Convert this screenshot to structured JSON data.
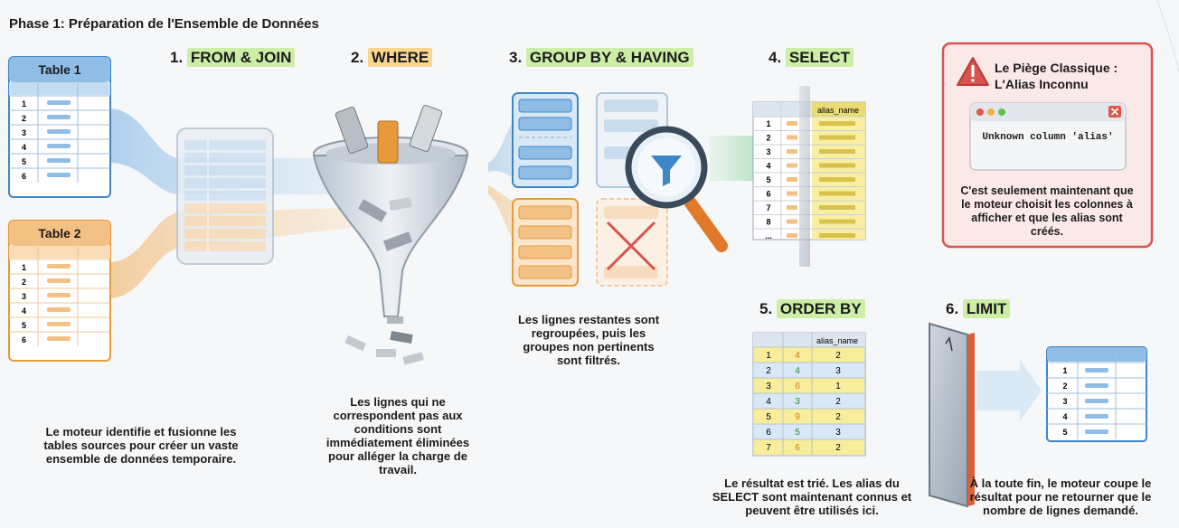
{
  "phase_title": "Phase 1: Préparation de l'Ensemble de Données",
  "steps": {
    "s1": {
      "num": "1.",
      "label": "FROM & JOIN"
    },
    "s2": {
      "num": "2.",
      "label": "WHERE"
    },
    "s3": {
      "num": "3.",
      "label": "GROUP BY & HAVING"
    },
    "s4": {
      "num": "4.",
      "label": "SELECT"
    },
    "s5": {
      "num": "5.",
      "label": "ORDER BY"
    },
    "s6": {
      "num": "6.",
      "label": "LIMIT"
    }
  },
  "tables": {
    "t1": {
      "title": "Table 1",
      "rows": [
        "1",
        "2",
        "3",
        "4",
        "5",
        "6"
      ]
    },
    "t2": {
      "title": "Table 2",
      "rows": [
        "1",
        "2",
        "3",
        "4",
        "5",
        "6"
      ]
    }
  },
  "descriptions": {
    "from_join": "Le moteur identifie et fusionne les tables sources pour créer un vaste ensemble de données temporaire.",
    "where": "Les lignes qui ne correspondent pas aux conditions sont immédiatement éliminées pour alléger la charge de travail.",
    "group_by": "Les lignes restantes sont regroupées, puis les groupes non pertinents sont filtrés.",
    "order_by": "Le résultat est trié. Les alias du SELECT sont maintenant connus et peuvent être utilisés ici.",
    "limit": "À la toute fin, le moteur coupe le résultat pour ne retourner que le nombre de lignes demandé."
  },
  "select_table": {
    "alias_header": "alias_name",
    "rows": [
      "1",
      "2",
      "3",
      "4",
      "5",
      "6",
      "7",
      "8",
      "..."
    ]
  },
  "order_table": {
    "alias_header": "alias_name",
    "rows": [
      [
        "1",
        "4",
        "2"
      ],
      [
        "2",
        "4",
        "3"
      ],
      [
        "3",
        "6",
        "1"
      ],
      [
        "4",
        "3",
        "2"
      ],
      [
        "5",
        "9",
        "2"
      ],
      [
        "6",
        "5",
        "3"
      ],
      [
        "7",
        "6",
        "2"
      ]
    ]
  },
  "limit_table": {
    "rows": [
      "1",
      "2",
      "3",
      "4",
      "5"
    ]
  },
  "warning": {
    "title_line1": "Le Piège Classique :",
    "title_line2": "L'Alias Inconnu",
    "error": "Unknown column 'alias'",
    "body": "C'est seulement maintenant que le moteur choisit les colonnes à afficher et que les alias sont créés."
  },
  "colors": {
    "blue": "#3f86c9",
    "orange": "#e69a3c",
    "green_hl": "#cdeea6",
    "orange_hl": "#fbd68f",
    "red": "#d9534f"
  }
}
